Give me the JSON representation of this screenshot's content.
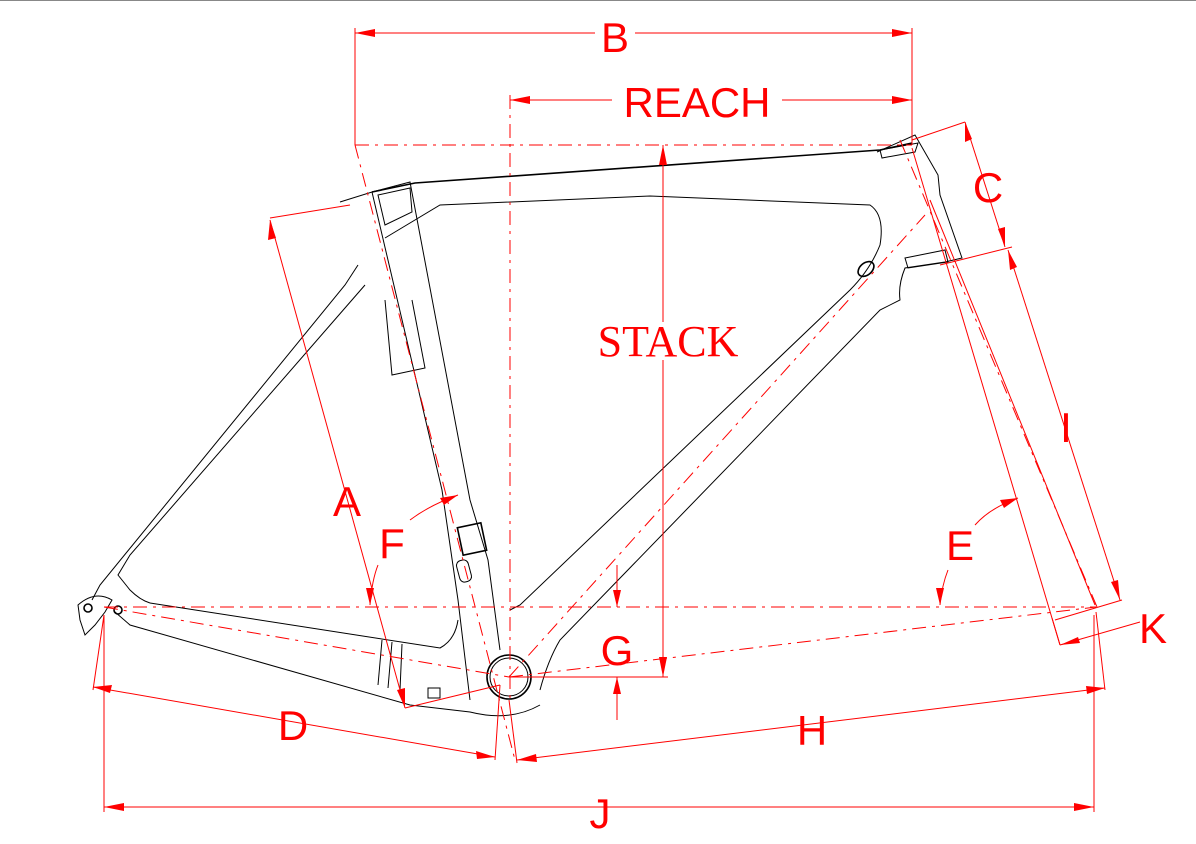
{
  "diagram": {
    "labels": {
      "b": "B",
      "reach": "REACH",
      "stack": "STACK",
      "c": "C",
      "i": "I",
      "e": "E",
      "a": "A",
      "f": "F",
      "g": "G",
      "k": "K",
      "d": "D",
      "h": "H",
      "j": "J"
    },
    "colors": {
      "dimension": "#ff0000",
      "frame": "#000000"
    }
  }
}
